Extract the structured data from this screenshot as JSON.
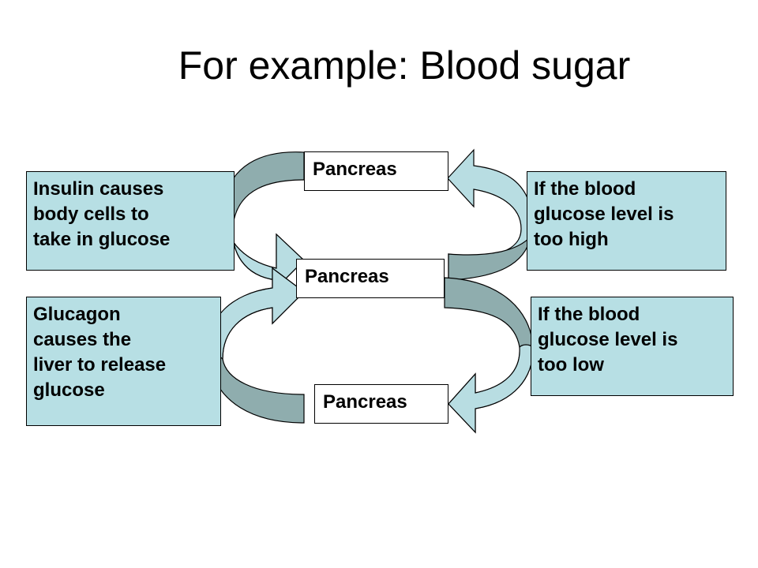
{
  "title": "For example: Blood sugar",
  "boxes": {
    "pancreas_top": "Pancreas",
    "pancreas_middle": "Pancreas",
    "pancreas_bottom": "Pancreas",
    "insulin": "Insulin causes\nbody cells to\ntake in glucose",
    "glucagon": "Glucagon\ncauses the\nliver to release\nglucose",
    "high": "If the blood\nglucose level is\ntoo high",
    "low": "If the blood\nglucose level is\ntoo low"
  },
  "colors": {
    "info_fill": "#b7dfe4",
    "arrow_light": "#b8dde2",
    "arrow_dark": "#8fadae",
    "outline": "#000000"
  }
}
